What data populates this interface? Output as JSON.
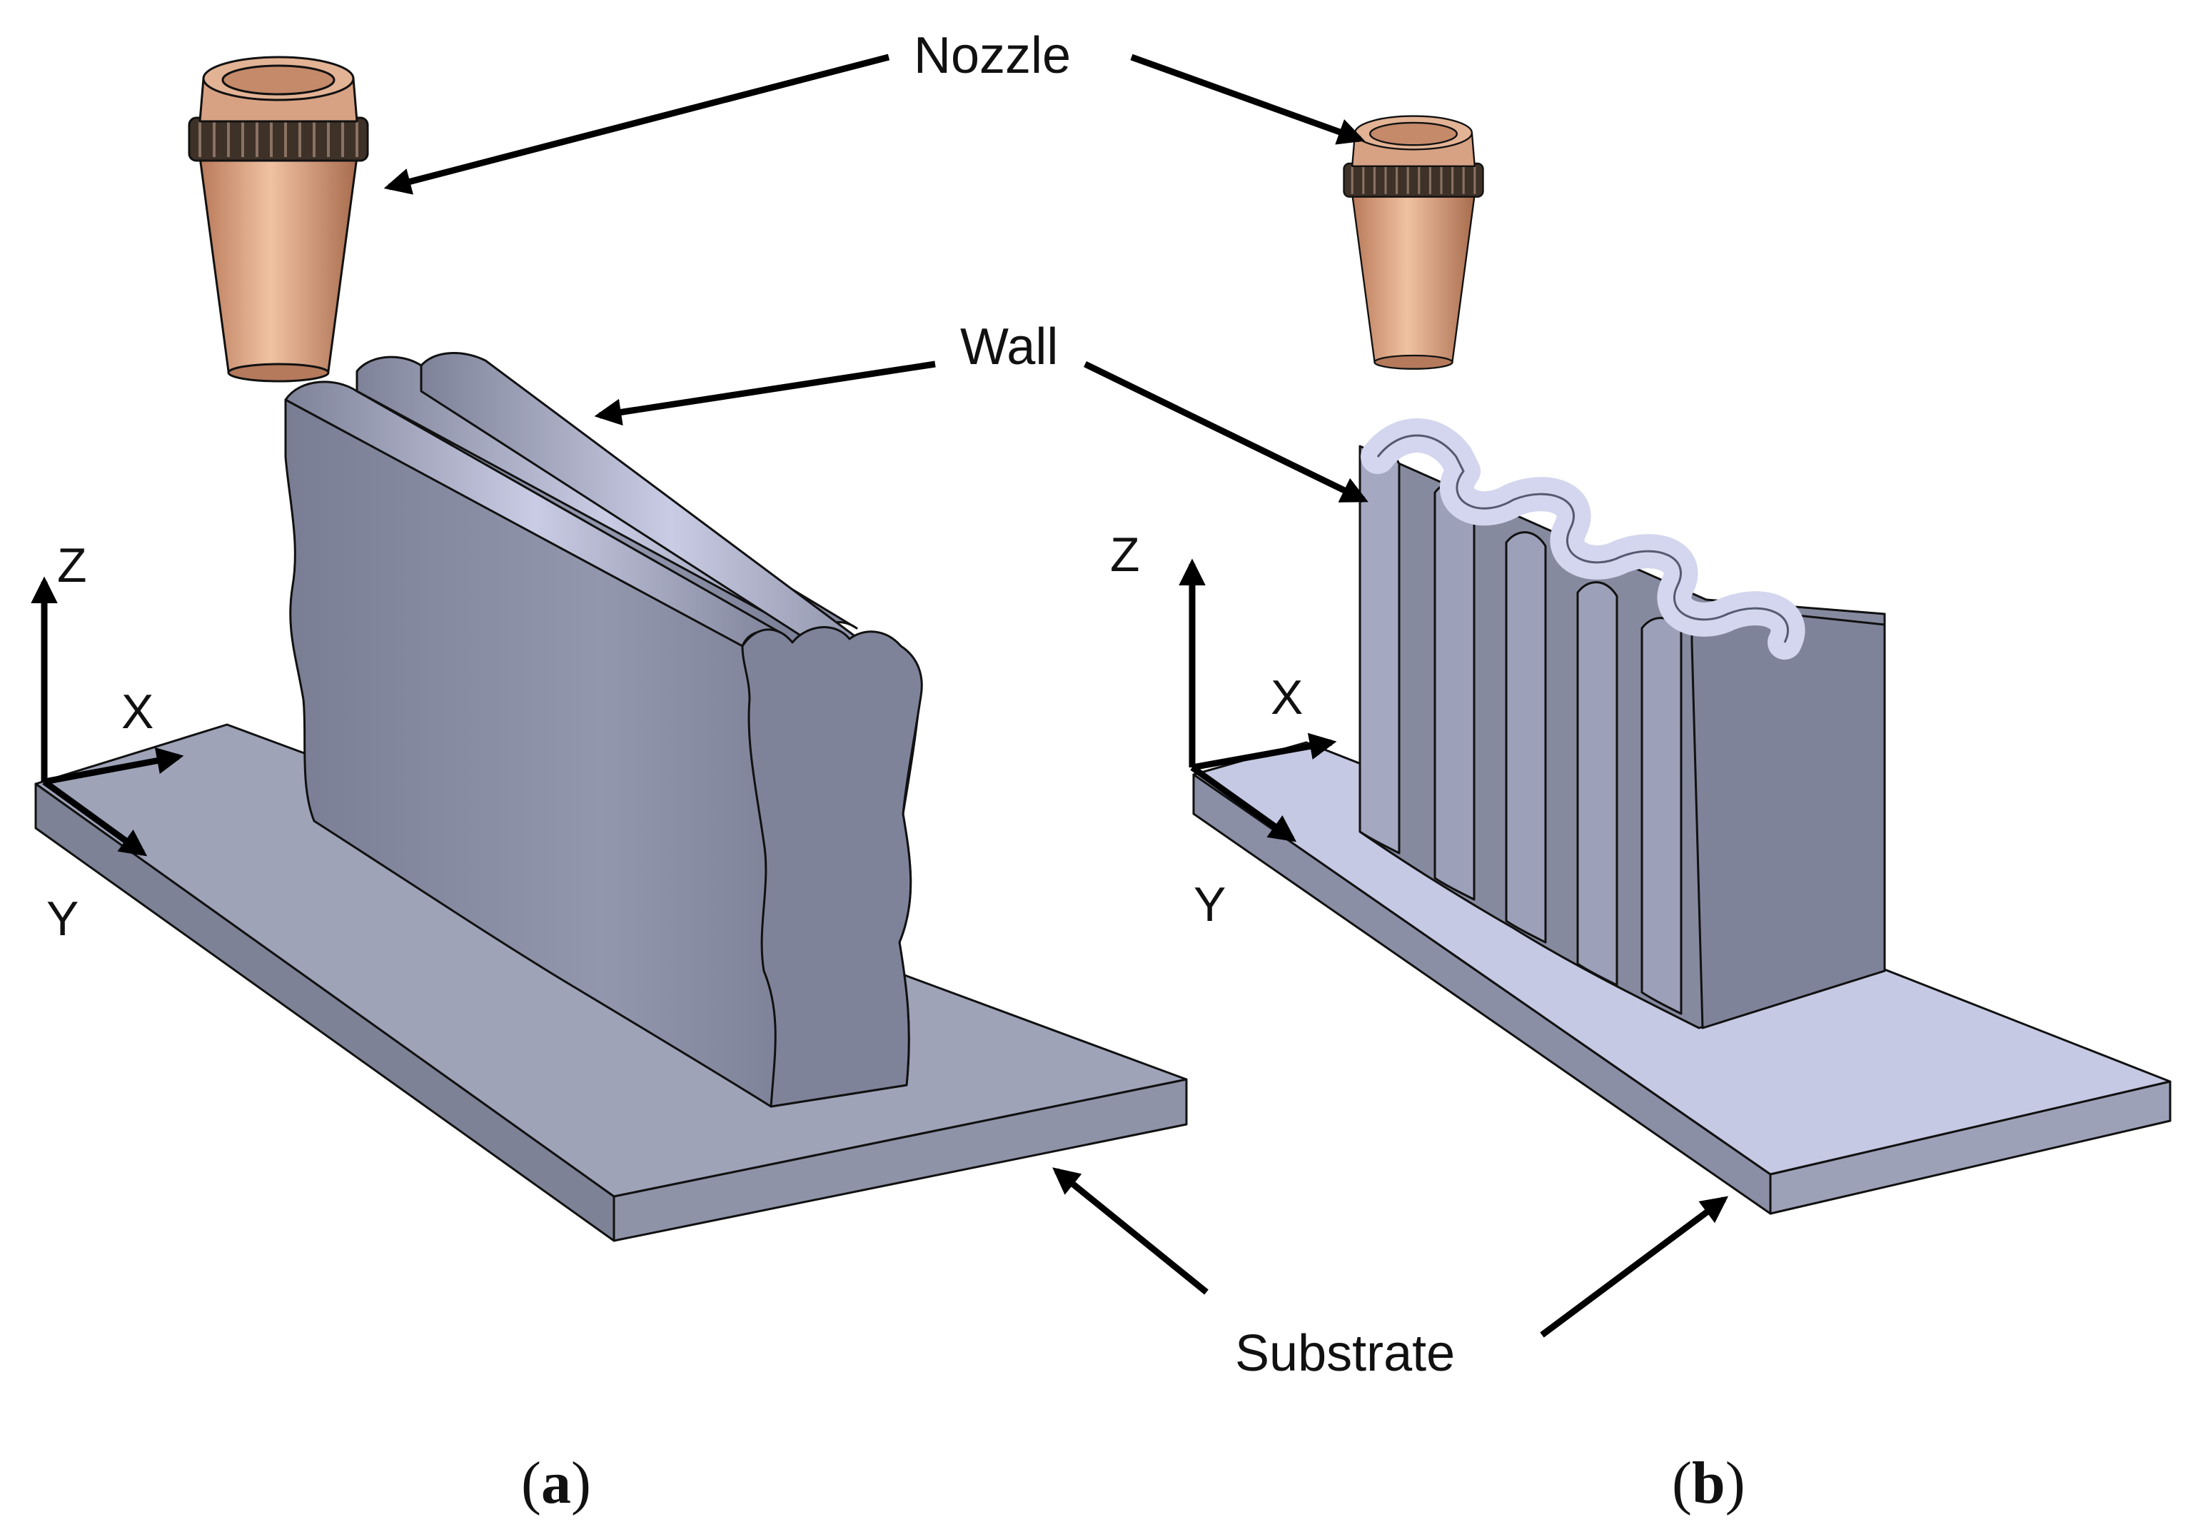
{
  "labels": {
    "nozzle": "Nozzle",
    "wall": "Wall",
    "substrate": "Substrate"
  },
  "axes": {
    "z": "Z",
    "x": "X",
    "y": "Y"
  },
  "captions": {
    "a_open": "(",
    "a_letter": "a",
    "a_close": ")",
    "b_open": "(",
    "b_letter": "b",
    "b_close": ")"
  },
  "colors": {
    "substrate_top_a": "#9ea3b8",
    "substrate_side_a": "#7d8296",
    "wall_face": "#868a9f",
    "substrate_top_b": "#c5c9e3",
    "substrate_side_b": "#8b8fa6",
    "wall_b_top": "#d3d6ee",
    "nozzle_body": "#d9a180",
    "nozzle_ring": "#3e3128"
  }
}
